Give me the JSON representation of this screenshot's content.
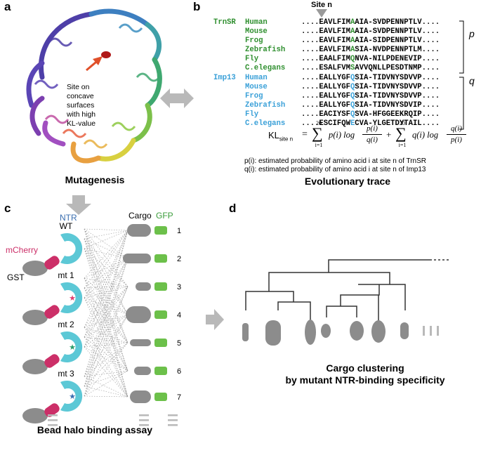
{
  "panels": {
    "a": {
      "label": "a",
      "annotation": [
        "Site on",
        "concave",
        "surfaces",
        "with high",
        "KL-value"
      ],
      "caption": "Mutagenesis"
    },
    "b": {
      "label": "b",
      "site_label": "Site n",
      "groups": [
        {
          "protein": "TrnSR",
          "color": "#2f8f2f",
          "bracket": "p",
          "rows": [
            {
              "species": "Human",
              "pre": "....EAVLFIM",
              "site": "A",
              "post": "AIA-SVDPENNPTLV...."
            },
            {
              "species": "Mouse",
              "pre": "....EAVLFIM",
              "site": "A",
              "post": "AIA-SVDPENNPTLV...."
            },
            {
              "species": "Frog",
              "pre": "....EAVLFIM",
              "site": "A",
              "post": "AIA-SIDPENNPTLV...."
            },
            {
              "species": "Zebrafish",
              "pre": "....EAVLFIM",
              "site": "A",
              "post": "SIA-NVDPENNPTLM...."
            },
            {
              "species": "Fly",
              "pre": "....EAALFIM",
              "site": "Q",
              "post": "NVA-NILPDENEVIP...."
            },
            {
              "species": "C.elegans",
              "pre": "....ESALFVM",
              "site": "S",
              "post": "AVVQNLLPESDTNMP...."
            }
          ]
        },
        {
          "protein": "Imp13",
          "color": "#3aa0d8",
          "bracket": "q",
          "rows": [
            {
              "species": "Human",
              "pre": "....EALLYGF",
              "site": "Q",
              "post": "SIA-TIDVNYSDVVP...."
            },
            {
              "species": "Mouse",
              "pre": "....EALLYGF",
              "site": "Q",
              "post": "SIA-TIDVNYSDVVP...."
            },
            {
              "species": "Frog",
              "pre": "....EALLYGF",
              "site": "Q",
              "post": "SIA-TIDVNYSDVVP...."
            },
            {
              "species": "Zebrafish",
              "pre": "....EALLYGF",
              "site": "Q",
              "post": "SIA-TIDVNYSDVIP...."
            },
            {
              "species": "Fly",
              "pre": "....EACIYSF",
              "site": "Q",
              "post": "SVA-HFGGEEKRQIP...."
            },
            {
              "species": "C.elegans",
              "pre": "....ESCIFQW",
              "site": "E",
              "post": "CVA-YLGETDYTAIL...."
            }
          ]
        }
      ],
      "formula": {
        "lhs": "KL",
        "lhs_sub": "site n",
        "sum_upper": "20",
        "sum_lower": "i=1",
        "term1_coef": "p(i) log",
        "term1_num": "p(i)",
        "term1_den": "q(i)",
        "plus": "+",
        "term2_coef": "q(i) log",
        "term2_num": "q(i)",
        "term2_den": "p(i)",
        "equals": "="
      },
      "notes": [
        "p(i): estimated probability of amino acid i  at site n of TrnSR",
        "q(i): estimated probability of amino acid i  at site n of Imp13"
      ],
      "caption": "Evolutionary trace"
    },
    "c": {
      "label": "c",
      "ntr_label": "NTR",
      "mcherry_label": "mCherry",
      "gst_label": "GST",
      "cargo_label": "Cargo",
      "gfp_label": "GFP",
      "baits": [
        "WT",
        "mt 1",
        "mt 2",
        "mt 3"
      ],
      "cargos": [
        "1",
        "2",
        "3",
        "4",
        "5",
        "6",
        "7"
      ],
      "caption": "Bead halo binding assay"
    },
    "d": {
      "label": "d",
      "caption_lines": [
        "Cargo clustering",
        "by mutant NTR-binding specificity"
      ]
    }
  },
  "colors": {
    "ntr": "#5cc8d6",
    "mcherry": "#cc2f68",
    "gst": "#8c8c8c",
    "gfp": "#6cc04a",
    "cargo": "#8c8c8c",
    "trnsr": "#2f8f2f",
    "imp13": "#3aa0d8",
    "ntr_label": "#3b6fb0",
    "arrow": "#b9b9b9",
    "site_arrow": "#e0502a"
  }
}
